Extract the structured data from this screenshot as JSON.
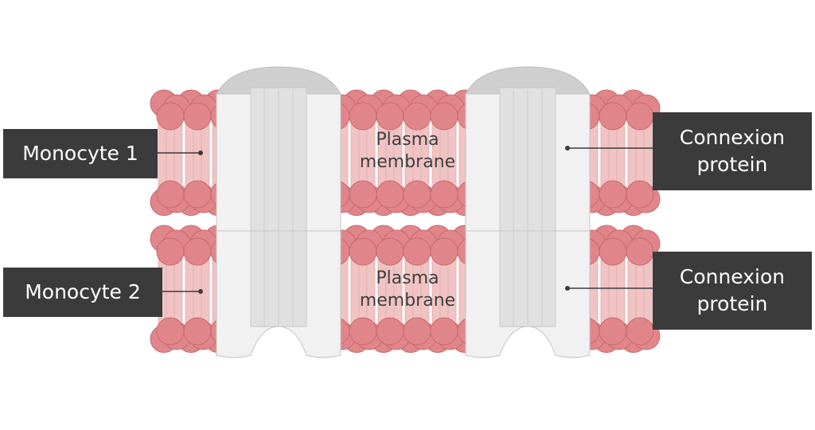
{
  "labels": {
    "monocyte_1": "Monocyte 1",
    "monocyte_2": "Monocyte 2",
    "connexion_top": [
      "Connexion",
      "protein"
    ],
    "connexion_bottom": [
      "Connexion",
      "protein"
    ]
  },
  "membrane_text": {
    "top": [
      "Plasma",
      "membrane"
    ],
    "bottom": [
      "Plasma",
      "membrane"
    ]
  },
  "colors": {
    "label_bg": "#3b3b3b",
    "label_text": "#ffffff",
    "phospholipid_head": "#e0868a",
    "phospholipid_head_stroke": "#c86a70",
    "phospholipid_tail": "#f0c4c4",
    "connexon_light": "#f1f1f1",
    "connexon_mid": "#e0e0e0",
    "connexon_top": "#cfcfcf",
    "leader_line": "#3b3b3b"
  }
}
